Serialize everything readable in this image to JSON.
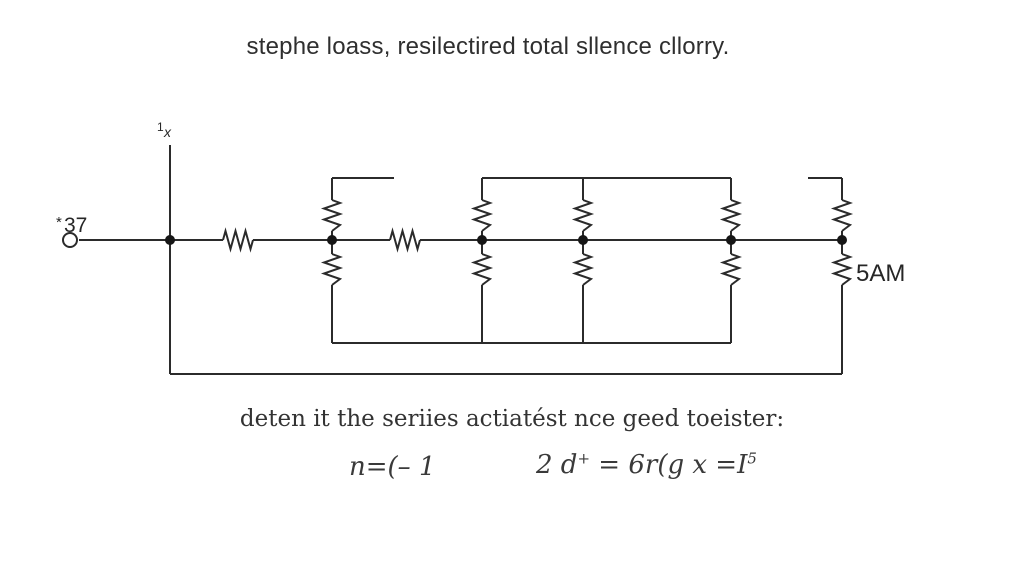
{
  "title": "stephe loass, resilectired total sllence cllorry.",
  "caption": "deten it the seriies actiatést nce geed toeister:",
  "formulas": {
    "left": "n=(– 1",
    "right_base1": "2 d",
    "right_sup1": "+",
    "right_base2": " = 6r(g x =I",
    "right_sup2": "5"
  },
  "circuit": {
    "terminal_sup": "*",
    "terminal_label": "37",
    "node_sup": "1",
    "node_label": "x",
    "current_label": "5AM"
  },
  "colors": {
    "background": "#ffffff",
    "line": "#2b2b2b",
    "text": "#2f2f2f"
  }
}
